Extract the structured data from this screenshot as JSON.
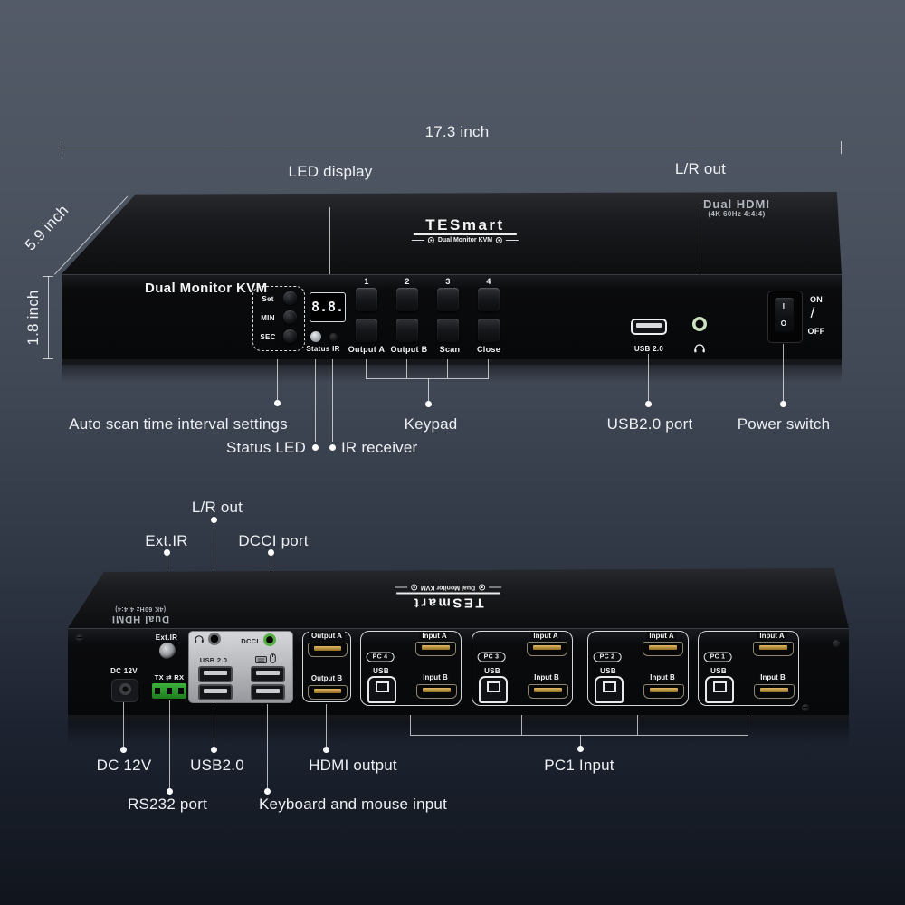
{
  "front": {
    "dim_width": "17.3 inch",
    "dim_depth": "5.9 inch",
    "dim_height": "1.8 inch",
    "callouts": {
      "led_display": "LED display",
      "lr_out": "L/R out",
      "auto_scan": "Auto scan time interval settings",
      "status_led": "Status LED",
      "ir_receiver": "IR receiver",
      "keypad": "Keypad",
      "usb_port": "USB2.0 port",
      "power_switch": "Power switch"
    },
    "device": {
      "brand": "TESmart",
      "brand_tagline": "Dual Monitor KVM",
      "badge_title": "Dual HDMI",
      "badge_subtitle": "(4K 60Hz 4:4:4)",
      "panel_name": "Dual Monitor KVM",
      "timer": {
        "set": "Set",
        "min": "MIN",
        "sec": "SEC"
      },
      "led_value": "8.8.",
      "status_ir": "Status IR",
      "keys": [
        "1",
        "2",
        "3",
        "4"
      ],
      "functions": [
        "Output A",
        "Output B",
        "Scan",
        "Close"
      ],
      "usb_label": "USB 2.0",
      "power": {
        "on": "ON",
        "off": "OFF",
        "slash": "/",
        "rocker_top": "I",
        "rocker_bottom": "O"
      }
    }
  },
  "rear": {
    "callouts": {
      "lr_out": "L/R out",
      "ext_ir": "Ext.IR",
      "dcci": "DCCI port",
      "dc12v": "DC 12V",
      "usb": "USB2.0",
      "hdmi_output": "HDMI output",
      "pc1_input": "PC1 Input",
      "rs232": "RS232 port",
      "kb_mouse": "Keyboard and mouse input"
    },
    "device": {
      "brand": "TESmart",
      "brand_tagline": "Dual Monitor KVM",
      "badge_title": "Dual HDMI",
      "badge_subtitle": "(4K 60Hz 4:4:4)",
      "ext_ir": "Ext.IR",
      "dc": "DC 12V",
      "serial": "TX ⇄ RX",
      "dcci": "DCCI",
      "usb": "USB 2.0",
      "output_a": "Output A",
      "output_b": "Output B",
      "pc_groups": [
        {
          "tag": "PC 4",
          "usb": "USB",
          "input_a": "Input A",
          "input_b": "Input B"
        },
        {
          "tag": "PC 3",
          "usb": "USB",
          "input_a": "Input A",
          "input_b": "Input B"
        },
        {
          "tag": "PC 2",
          "usb": "USB",
          "input_a": "Input A",
          "input_b": "Input B"
        },
        {
          "tag": "PC 1",
          "usb": "USB",
          "input_a": "Input A",
          "input_b": "Input B"
        }
      ]
    }
  },
  "colors": {
    "background_top": "#545b68",
    "background_bottom": "#10151d",
    "device_black": "#0b0c0e",
    "callout_white": "#ffffff",
    "green_jack": "#55b044",
    "terminal_green": "#2f9e2f",
    "hdmi_gold": "#d2a64f",
    "silver_plate": "#c9cbd0"
  }
}
